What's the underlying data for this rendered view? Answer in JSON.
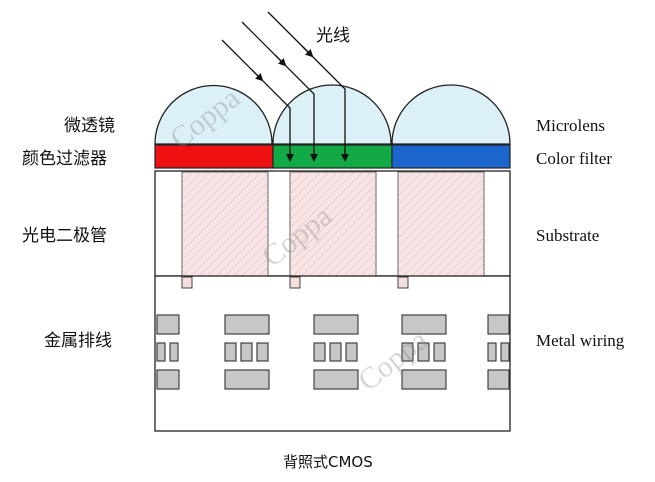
{
  "labels": {
    "light": "光线",
    "microlens_cn": "微透镜",
    "color_filter_cn": "颜色过滤器",
    "photodiode_cn": "光电二极管",
    "metal_cn": "金属排线",
    "microlens_en": "Microlens",
    "color_filter_en": "Color filter",
    "substrate_en": "Substrate",
    "metal_en": "Metal wiring",
    "caption": "背照式CMOS"
  },
  "watermark": [
    "Coppa",
    "Coppa",
    "Coppa"
  ],
  "filters": [
    {
      "name": "red",
      "color": "#ee1111"
    },
    {
      "name": "green",
      "color": "#11aa44"
    },
    {
      "name": "blue",
      "color": "#1a66cc"
    }
  ],
  "colors": {
    "lens_fill": "#dcf1f7",
    "photodiode_fill": "#f5dede",
    "wiring_fill": "#c7c7c7",
    "outline": "#222222"
  }
}
